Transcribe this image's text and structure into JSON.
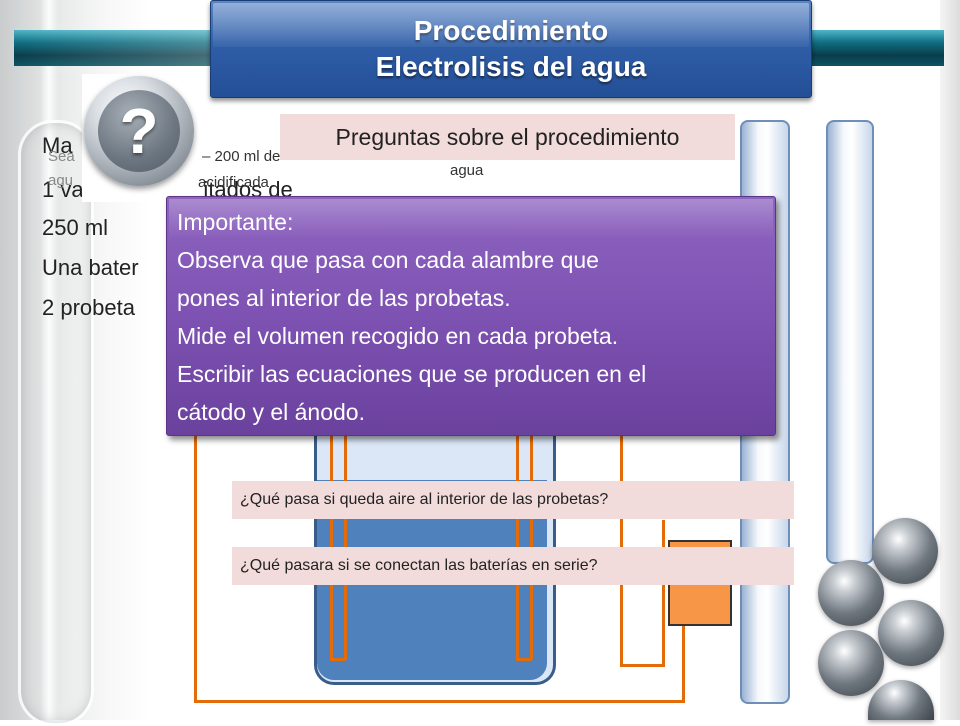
{
  "title": {
    "line1": "Procedimiento",
    "line2": "Electrolisis del agua"
  },
  "materials": {
    "line1": "Ma",
    "line2": "1 vaso de precipitados de",
    "line3": "250 ml",
    "line4": "Una bater",
    "line5": "2 probeta"
  },
  "labels": {
    "sea": "Sea",
    "volume": "– 200 ml de",
    "agua_left": "agu",
    "acidified": "acidificada",
    "agua": "agua"
  },
  "question_icon": {
    "icon": "question-icon",
    "glyph": "?"
  },
  "questions_label": "Preguntas sobre el procedimiento",
  "important": {
    "heading": "Importante:",
    "line1": "Observa que pasa con cada alambre que",
    "line2": "pones al interior de las probetas.",
    "line3": "Mide el volumen recogido en cada probeta.",
    "line4": "Escribir las ecuaciones que se producen en el",
    "line5": "cátodo y el ánodo."
  },
  "questions": [
    "¿Qué pasa si queda aire al interior de las probetas?",
    "¿Qué pasara si se conectan las baterías en serie?"
  ],
  "colors": {
    "title_blue": "#2f5ea8",
    "note_purple": "#7d52b2",
    "label_pink": "#f2dcdb",
    "wire_orange": "#e36c09",
    "water_blue": "#4f81bd",
    "battery_orange": "#f79646"
  }
}
